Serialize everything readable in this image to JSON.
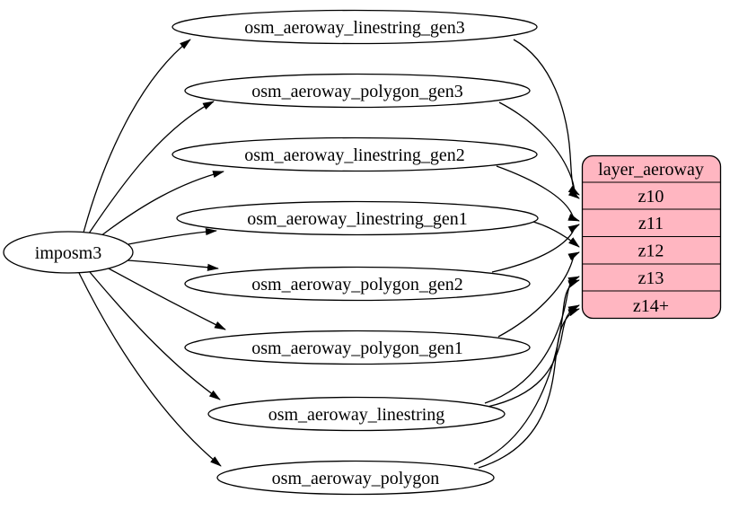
{
  "graph": {
    "source": {
      "label": "imposm3"
    },
    "tables": [
      {
        "label": "osm_aeroway_linestring_gen3"
      },
      {
        "label": "osm_aeroway_polygon_gen3"
      },
      {
        "label": "osm_aeroway_linestring_gen2"
      },
      {
        "label": "osm_aeroway_linestring_gen1"
      },
      {
        "label": "osm_aeroway_polygon_gen2"
      },
      {
        "label": "osm_aeroway_polygon_gen1"
      },
      {
        "label": "osm_aeroway_linestring"
      },
      {
        "label": "osm_aeroway_polygon"
      }
    ],
    "layer": {
      "title": "layer_aeroway",
      "rows": [
        "z10",
        "z11",
        "z12",
        "z13",
        "z14+"
      ],
      "fill_color": "#ffb6c1",
      "border_color": "#000000"
    },
    "edges": [
      {
        "from": "imposm3",
        "to": "osm_aeroway_linestring_gen3"
      },
      {
        "from": "imposm3",
        "to": "osm_aeroway_polygon_gen3"
      },
      {
        "from": "imposm3",
        "to": "osm_aeroway_linestring_gen2"
      },
      {
        "from": "imposm3",
        "to": "osm_aeroway_linestring_gen1"
      },
      {
        "from": "imposm3",
        "to": "osm_aeroway_polygon_gen2"
      },
      {
        "from": "imposm3",
        "to": "osm_aeroway_polygon_gen1"
      },
      {
        "from": "imposm3",
        "to": "osm_aeroway_linestring"
      },
      {
        "from": "imposm3",
        "to": "osm_aeroway_polygon"
      },
      {
        "from": "osm_aeroway_linestring_gen3",
        "to": "z10"
      },
      {
        "from": "osm_aeroway_polygon_gen3",
        "to": "z10"
      },
      {
        "from": "osm_aeroway_linestring_gen2",
        "to": "z11"
      },
      {
        "from": "osm_aeroway_polygon_gen2",
        "to": "z11"
      },
      {
        "from": "osm_aeroway_linestring_gen1",
        "to": "z12"
      },
      {
        "from": "osm_aeroway_polygon_gen1",
        "to": "z12"
      },
      {
        "from": "osm_aeroway_linestring",
        "to": "z13"
      },
      {
        "from": "osm_aeroway_polygon",
        "to": "z13"
      },
      {
        "from": "osm_aeroway_linestring",
        "to": "z14+"
      },
      {
        "from": "osm_aeroway_polygon",
        "to": "z14+"
      }
    ]
  }
}
